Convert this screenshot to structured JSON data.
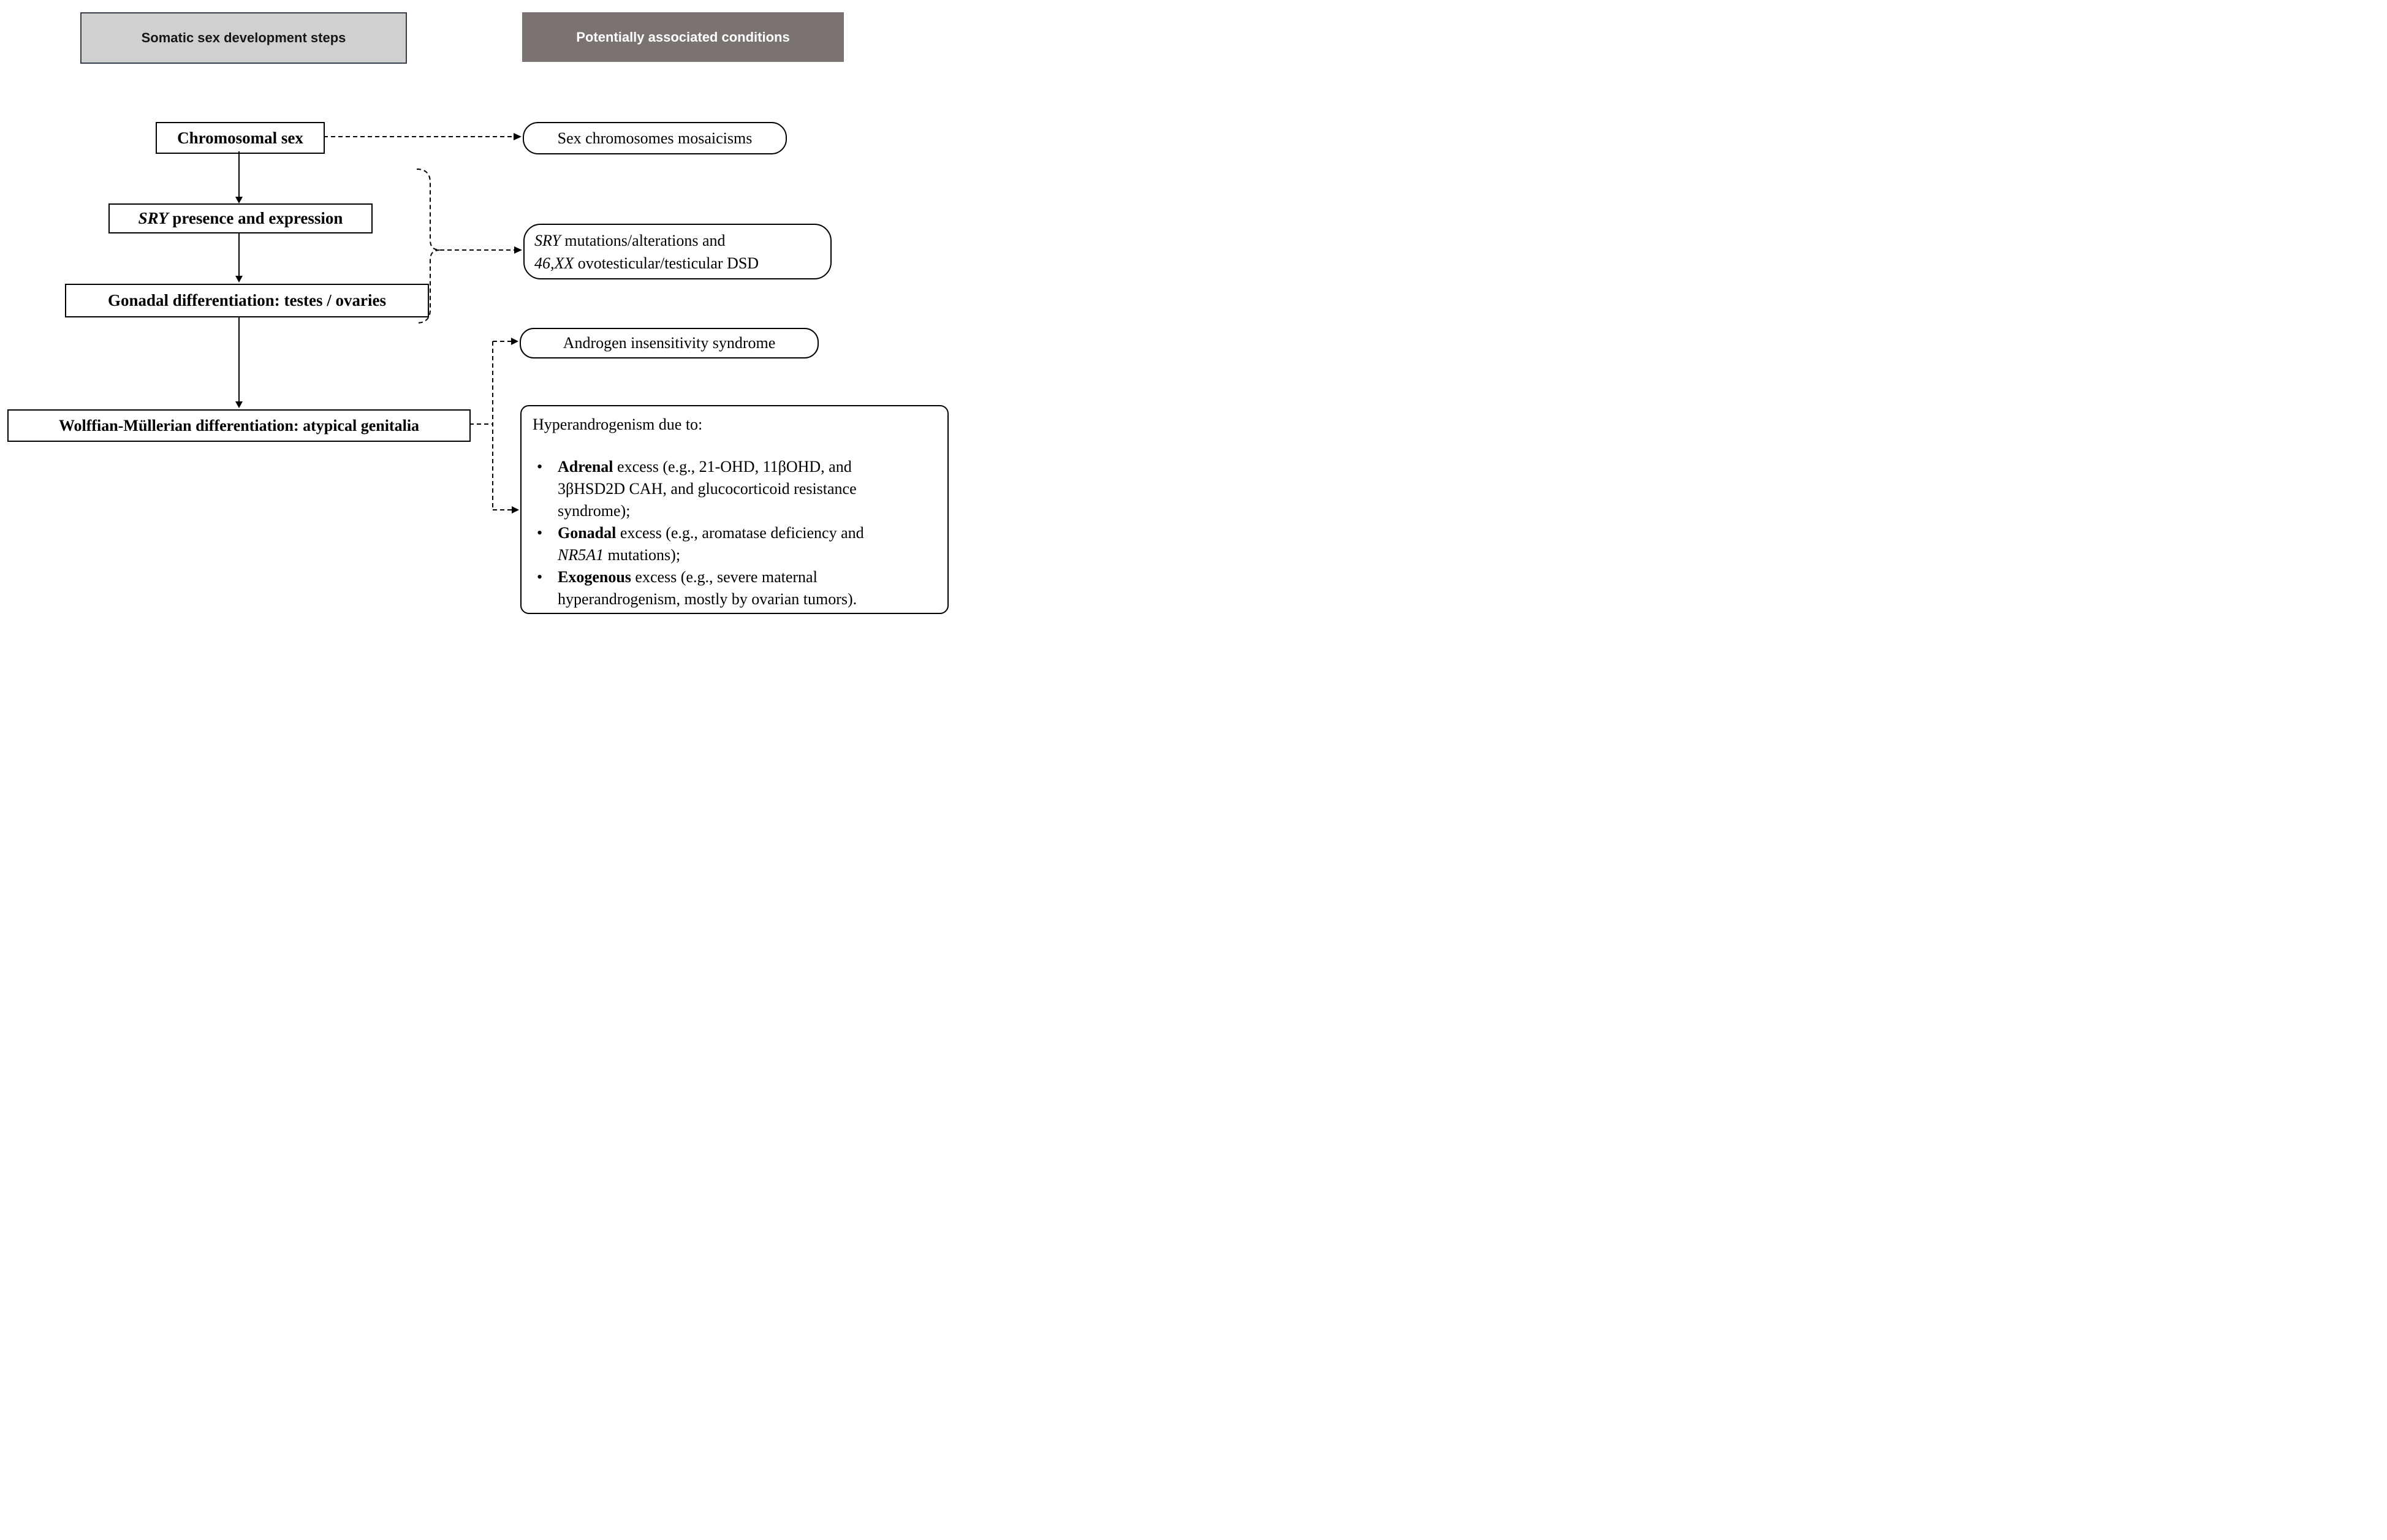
{
  "figure": {
    "headers": {
      "left": "Somatic sex development steps",
      "right": "Potentially associated conditions"
    },
    "steps": {
      "chromosomal": "Chromosomal sex",
      "sry_gene": "SRY",
      "sry_rest": " presence and expression",
      "gonadal": "Gonadal differentiation: testes / ovaries",
      "wolffian": "Wolffian-Müllerian differentiation: atypical genitalia"
    },
    "conditions": {
      "mosaicisms": "Sex chromosomes mosaicisms",
      "sry_mut_italic1": "SRY",
      "sry_mut_rest1": " mutations/alterations and",
      "sry_mut_italic2": "46,XX",
      "sry_mut_rest2": " ovotesticular/testicular DSD",
      "ais": "Androgen insensitivity syndrome",
      "hyper_title": "Hyperandrogenism due to:",
      "bullet_char": "•",
      "bullets": [
        {
          "bold": "Adrenal",
          "rest": " excess (e.g., 21-OHD, 11βOHD, and 3βHSD2D CAH, and glucocorticoid resistance syndrome);"
        },
        {
          "bold": "Gonadal",
          "mid": " excess (e.g., aromatase deficiency and ",
          "italic": "NR5A1",
          "end": " mutations);"
        },
        {
          "bold": "Exogenous",
          "rest": " excess (e.g., severe maternal hyperandrogenism, mostly by ovarian tumors)."
        }
      ]
    },
    "colors": {
      "canvas-bg": "#ffffff",
      "left-header-bg": "#d1d0d0",
      "left-header-border": "#383f4c",
      "right-header-bg": "#7a7372",
      "right-header-text": "#ffffff",
      "box-border": "#000000"
    }
  }
}
